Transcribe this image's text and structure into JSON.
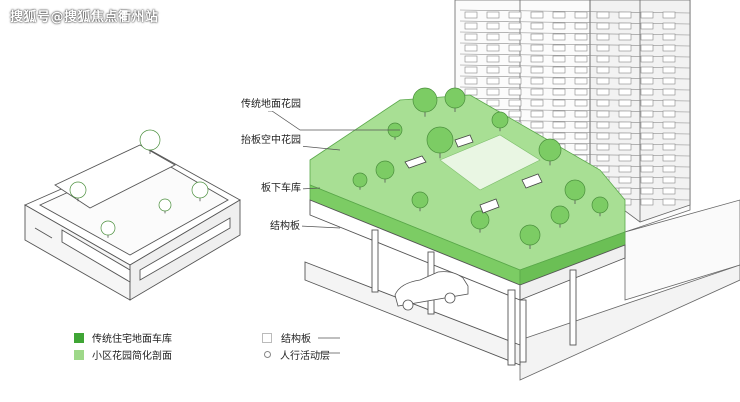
{
  "watermark": "搜狐号@搜狐焦点衢州站",
  "callouts": {
    "traditional_garden": "传统地面花园",
    "raised_garden": "抬板空中花园",
    "garage_under_slab": "板下车库",
    "structural_slab": "结构板"
  },
  "legend": [
    {
      "label": "传统住宅地面车库",
      "color": "#3fa535",
      "kind": "swatch"
    },
    {
      "label": "小区花园简化剖面",
      "color": "#9ed889",
      "kind": "swatch"
    },
    {
      "label": "结构板",
      "kind": "hollow"
    },
    {
      "label": "人行活动层",
      "kind": "dot"
    }
  ],
  "colors": {
    "garden_green": "#8fd67a",
    "garden_dark": "#3fa535",
    "line": "#555555"
  }
}
